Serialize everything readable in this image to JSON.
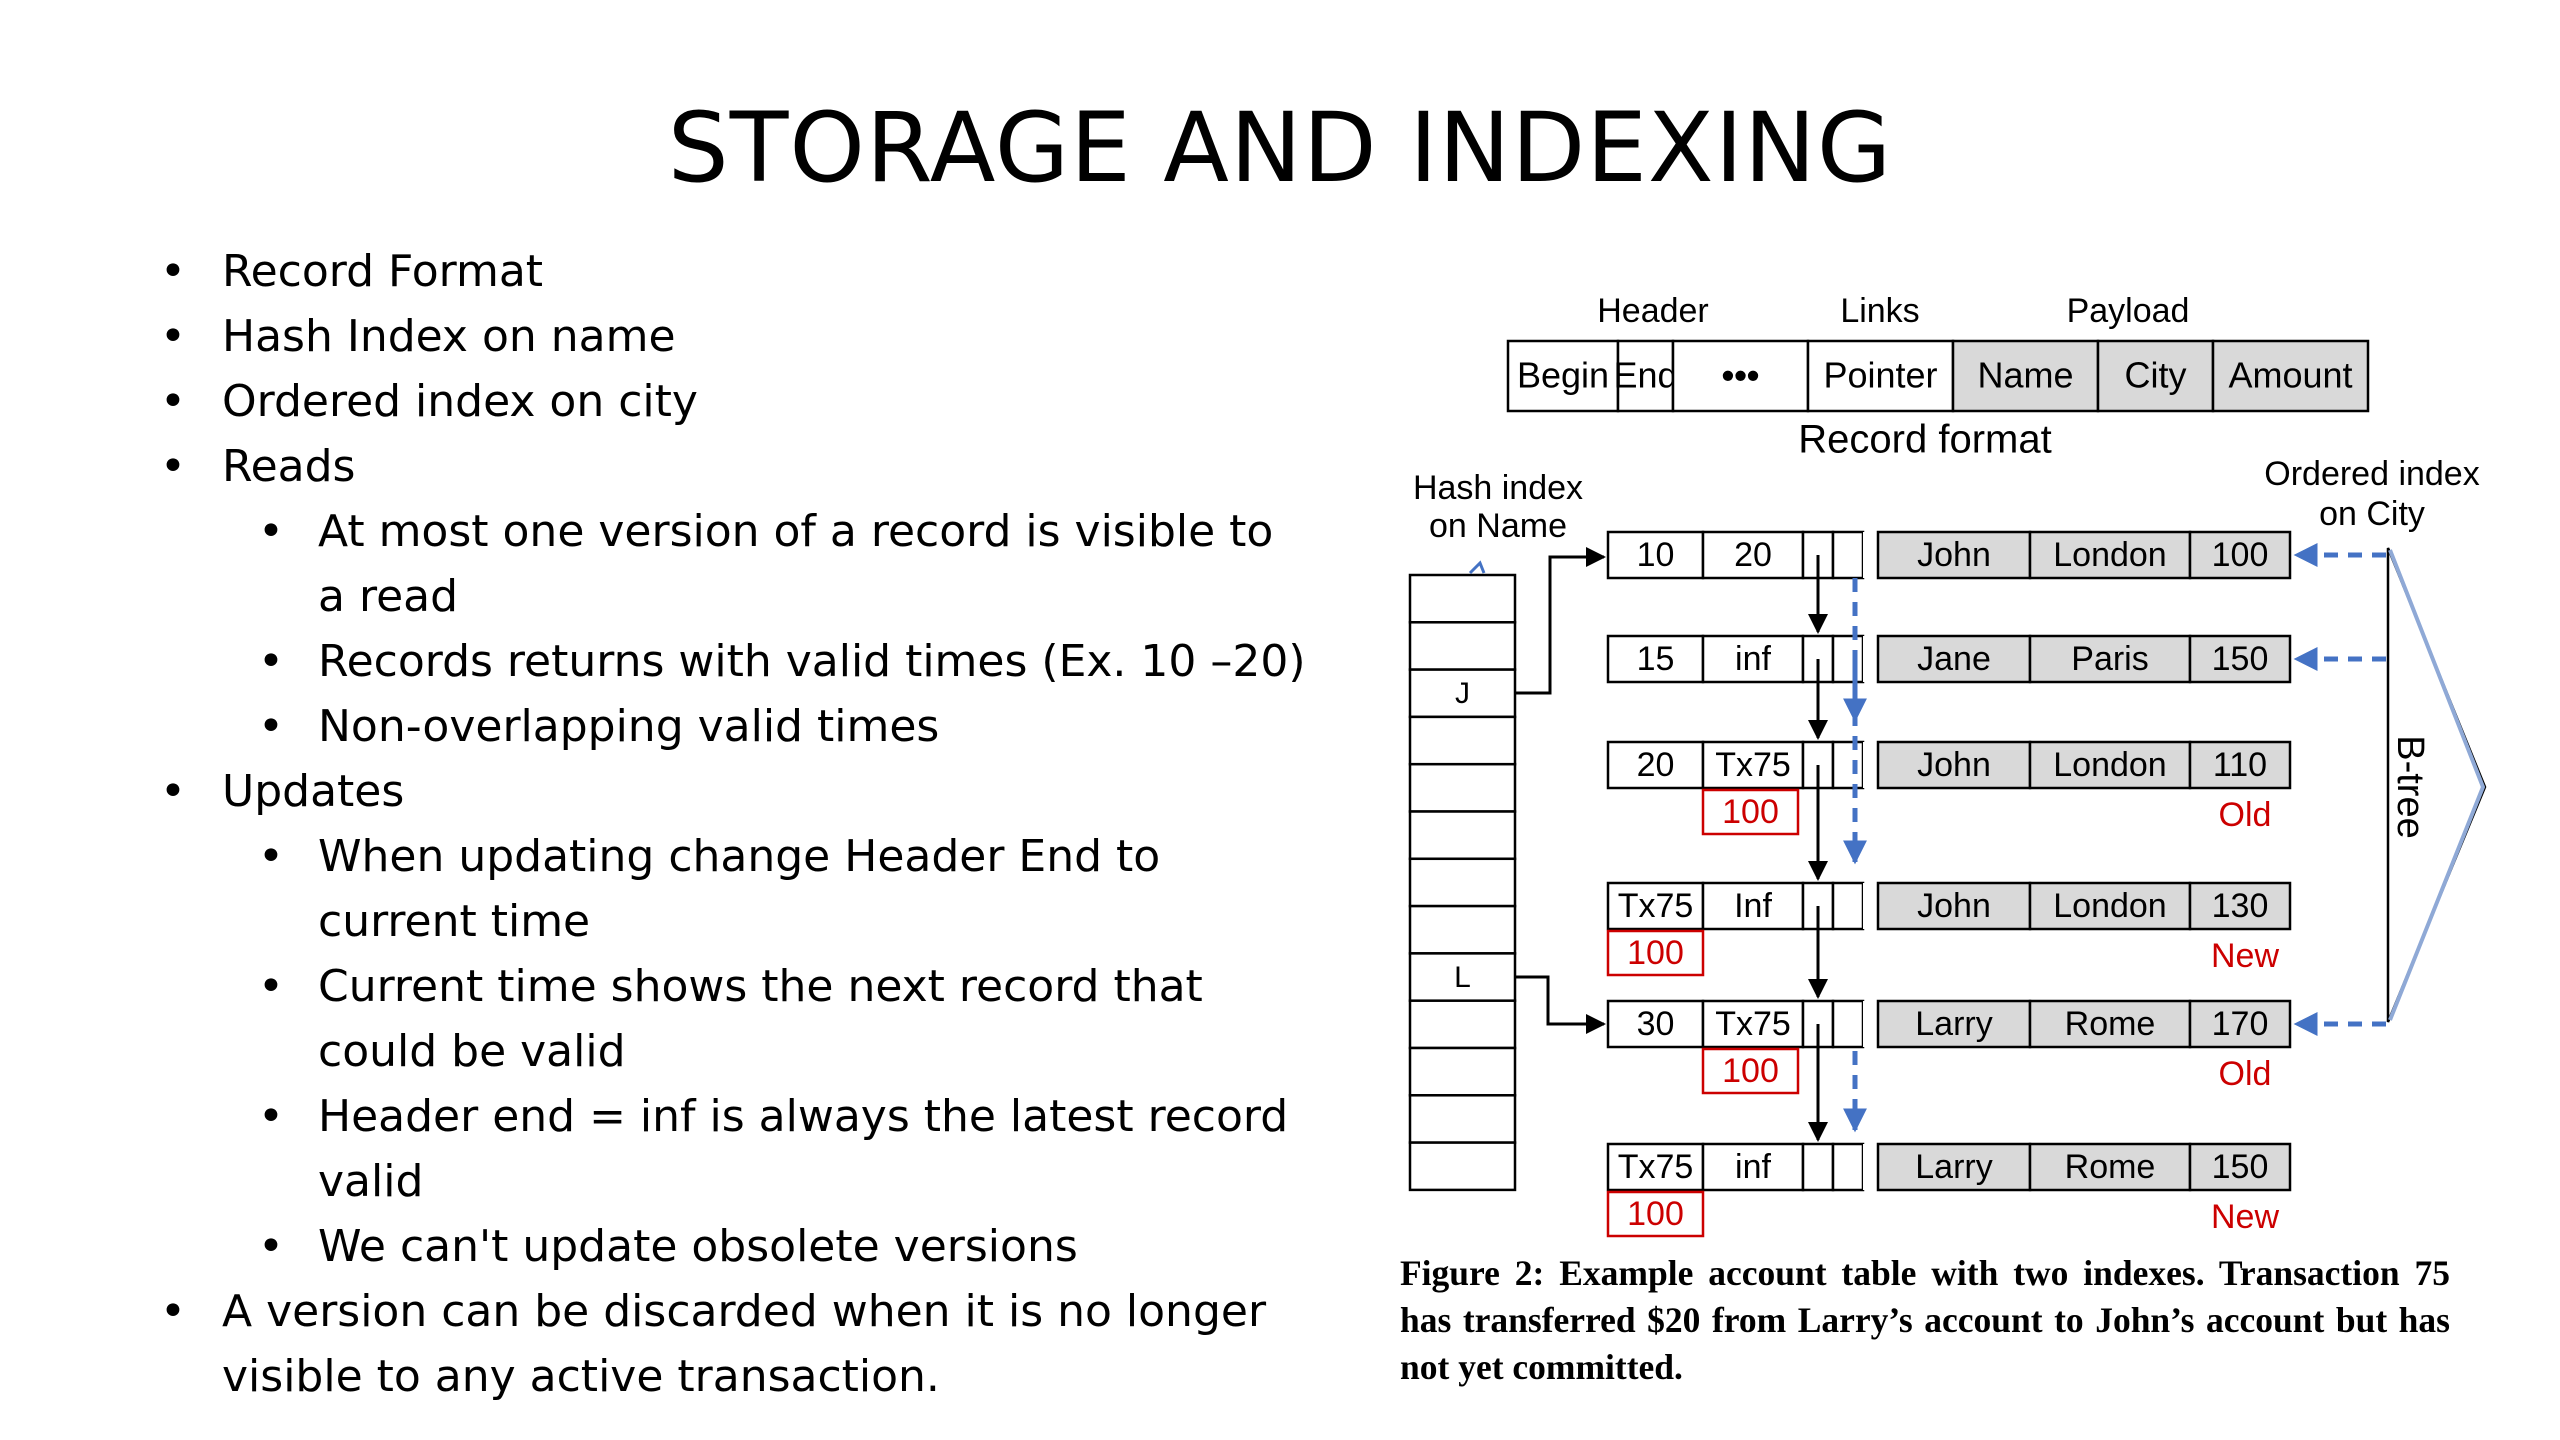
{
  "title": "STORAGE AND INDEXING",
  "bullets": [
    {
      "level": 1,
      "lines": [
        "Record Format"
      ]
    },
    {
      "level": 1,
      "lines": [
        "Hash Index on name"
      ]
    },
    {
      "level": 1,
      "lines": [
        "Ordered index on city"
      ]
    },
    {
      "level": 1,
      "lines": [
        "Reads"
      ]
    },
    {
      "level": 2,
      "lines": [
        "At most one version of a record is visible to",
        "a read"
      ]
    },
    {
      "level": 2,
      "lines": [
        "Records returns with valid times (Ex. 10 –20)"
      ]
    },
    {
      "level": 2,
      "lines": [
        "Non-overlapping valid times"
      ]
    },
    {
      "level": 1,
      "lines": [
        "Updates"
      ]
    },
    {
      "level": 2,
      "lines": [
        "When updating change Header End to",
        "current time"
      ]
    },
    {
      "level": 2,
      "lines": [
        "Current time shows the next record that",
        "could be valid"
      ]
    },
    {
      "level": 2,
      "lines": [
        "Header end = inf is always the latest record",
        "valid"
      ]
    },
    {
      "level": 2,
      "lines": [
        " We can't update obsolete versions"
      ]
    },
    {
      "level": 1,
      "lines": [
        " A version can be discarded when it is no longer",
        " visible to any active transaction."
      ]
    }
  ],
  "diagram": {
    "record_format": {
      "groups": [
        "Header",
        "Links",
        "Payload"
      ],
      "fields": [
        "Begin",
        "End",
        "•••",
        "Pointer",
        "Name",
        "City",
        "Amount"
      ],
      "label": "Record format"
    },
    "hash_index_label": [
      "Hash index",
      "on Name"
    ],
    "ordered_index_label": [
      "Ordered index",
      "on City"
    ],
    "btree_label": "B-tree",
    "hash_buckets": [
      "",
      "",
      "J",
      "",
      "",
      "",
      "",
      "",
      "L",
      "",
      "",
      "",
      ""
    ],
    "records": [
      {
        "begin": "10",
        "end": "20",
        "name": "John",
        "city": "London",
        "amount": "100",
        "note": "",
        "status": ""
      },
      {
        "begin": "15",
        "end": "inf",
        "name": "Jane",
        "city": "Paris",
        "amount": "150",
        "note": "",
        "status": ""
      },
      {
        "begin": "20",
        "end": "Tx75",
        "name": "John",
        "city": "London",
        "amount": "110",
        "note": "100",
        "note_under": "end",
        "status": "Old"
      },
      {
        "begin": "Tx75",
        "end": "Inf",
        "name": "John",
        "city": "London",
        "amount": "130",
        "note": "100",
        "note_under": "begin",
        "status": "New"
      },
      {
        "begin": "30",
        "end": "Tx75",
        "name": "Larry",
        "city": "Rome",
        "amount": "170",
        "note": "100",
        "note_under": "end",
        "status": "Old"
      },
      {
        "begin": "Tx75",
        "end": "inf",
        "name": "Larry",
        "city": "Rome",
        "amount": "150",
        "note": "100",
        "note_under": "begin",
        "status": "New"
      }
    ],
    "colors": {
      "payload_fill": "#d9d9d9",
      "red": "#cc0000",
      "blue_arrow": "#4472c4"
    },
    "caption": "Figure 2: Example account table with two indexes. Transaction 75 has transferred $20 from Larry’s account to John’s account but has not yet committed."
  }
}
